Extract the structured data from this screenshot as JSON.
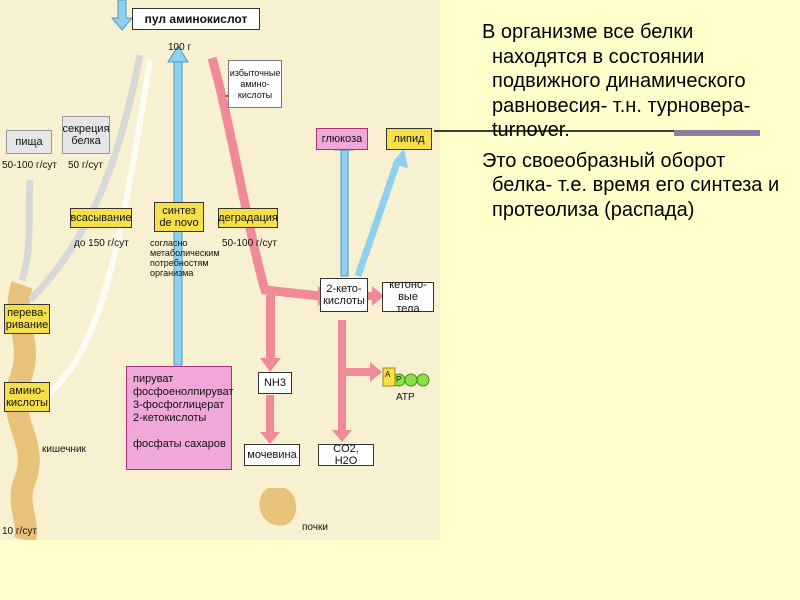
{
  "diagram": {
    "pool_title": "пул аминокислот",
    "pool_amount": "100 г",
    "excess_amino": "избыточные\nамино-\nкислоты",
    "food": "пища",
    "food_amount": "50-100 г/сут",
    "secretion": "секреция\nбелка",
    "secretion_amount": "50 г/сут",
    "absorption": "всасывание",
    "absorption_amount": "до 150 г/сут",
    "synthesis": "синтез\nde novo",
    "synthesis_note": "согласно\nметаболическим\nпотребностям\nорганизма",
    "degradation": "деградация",
    "degradation_amount": "50-100 г/сут",
    "glucose": "глюкоза",
    "lipid": "липид",
    "digestion": "перева-\nривание",
    "amino_acids": "амино-\nкислоты",
    "intestine": "кишечник",
    "output_amount": "10 г/сут",
    "precursors": "пируват\nфосфоенолпируват\n3-фосфоглицерат\n2-кетокислоты\n\nфосфаты сахаров",
    "nh3": "NH3",
    "urea": "мочевина",
    "kidneys": "почки",
    "keto_acids": "2-кето-\nкислоты",
    "ketone_bodies": "кетоно-\nвые тела",
    "co2_h2o": "CO2, H2O",
    "atp": "ATP",
    "atp_a": "A",
    "atp_p": "P"
  },
  "text": {
    "paragraph1": "В организме  все белки находятся в состоянии подвижного динамического равновесия- т.н. турновера- turnover.",
    "paragraph2": "Это своеобразный оборот белка- т.е. время его синтеза и протеолиза (распада)"
  },
  "colors": {
    "background": "#ffffcc",
    "diagram_bg": "#f7f1d2",
    "blue_arrow": "#6fc6ea",
    "pink_arrow": "#f08a98",
    "yellow_box": "#f5e04a",
    "pink_box": "#f0a8d8",
    "tan_flow": "#e8c27a"
  }
}
